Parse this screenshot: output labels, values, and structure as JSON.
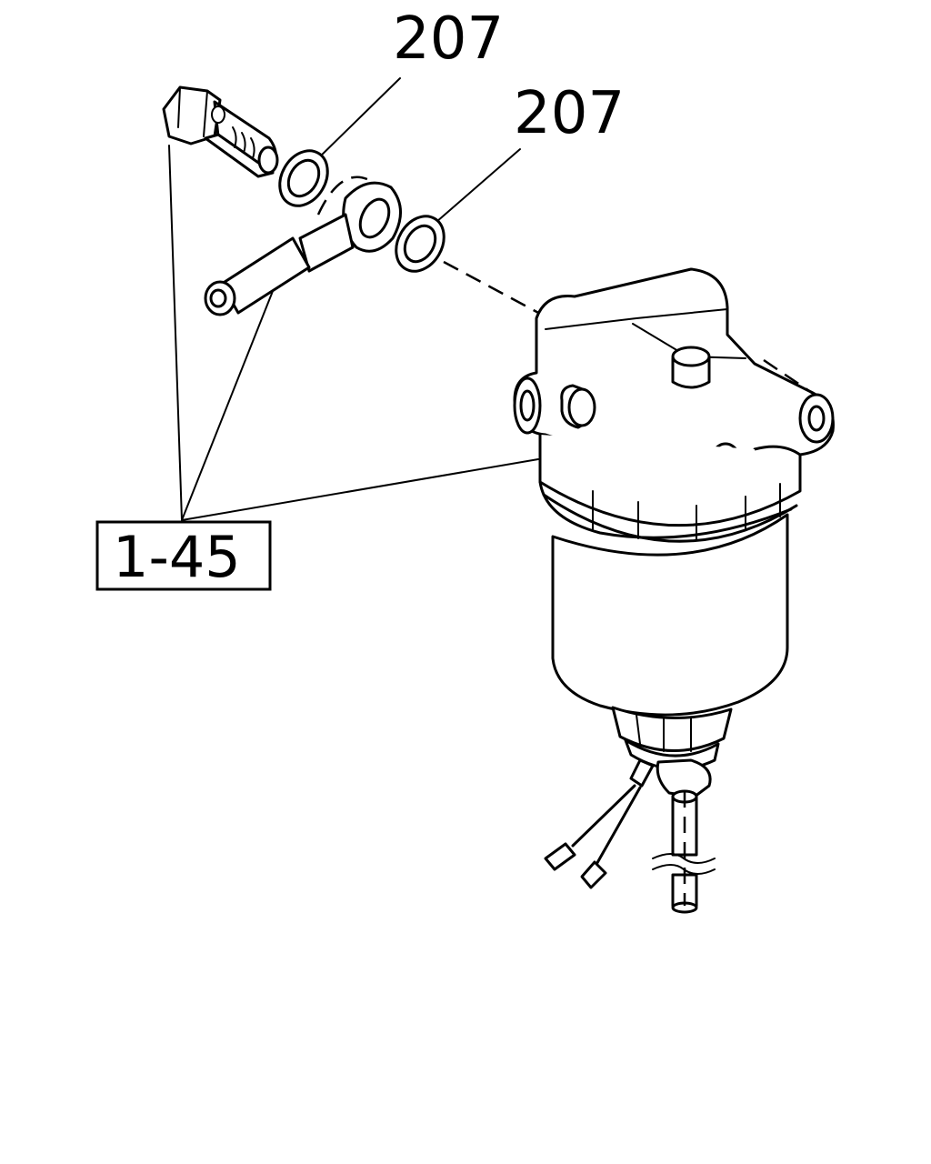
{
  "callouts": {
    "washer_upper": "207",
    "washer_lower": "207"
  },
  "reference_box": {
    "label": "1-45"
  }
}
